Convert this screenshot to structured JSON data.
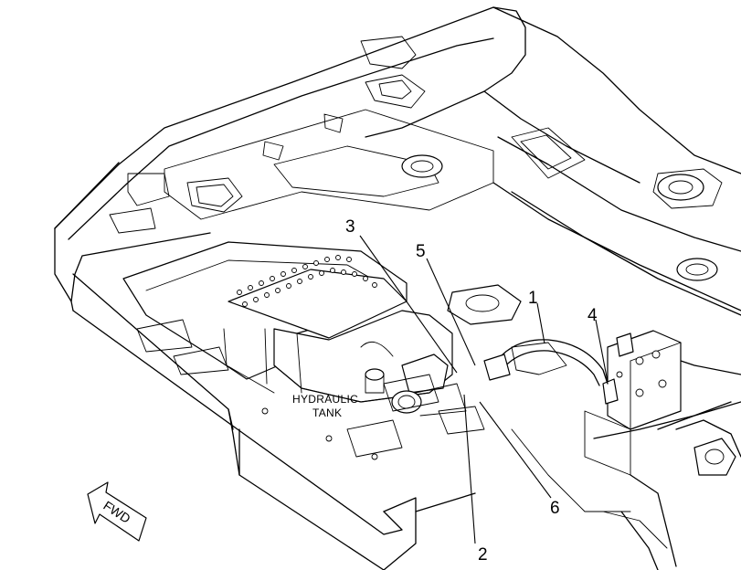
{
  "labels": {
    "tank_line1": "HYDRAULIC",
    "tank_line2": "TANK",
    "direction": "FWD"
  },
  "callouts": [
    "1",
    "2",
    "3",
    "4",
    "5",
    "6"
  ]
}
